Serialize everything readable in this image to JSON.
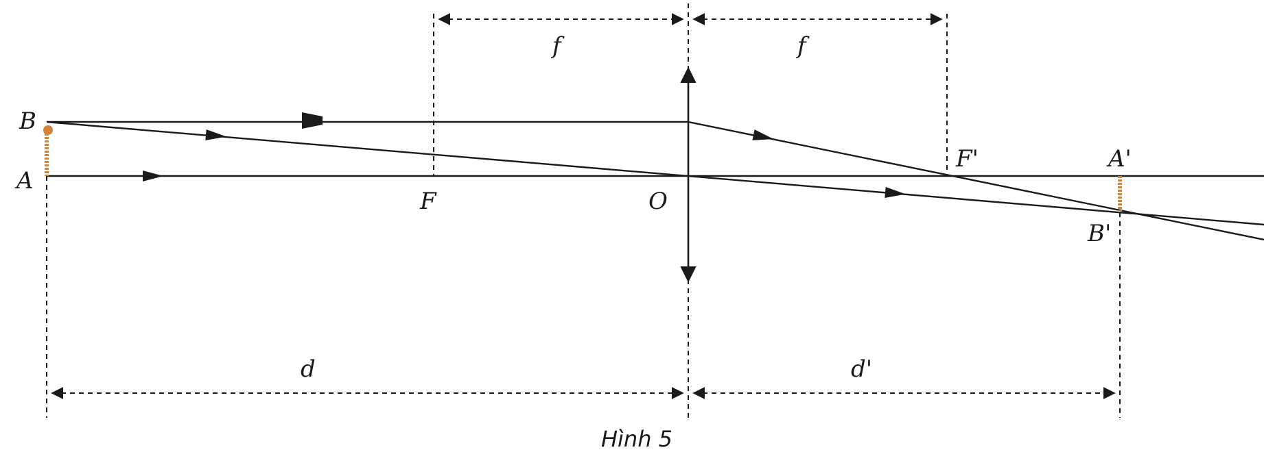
{
  "labels": {
    "B": "B",
    "A": "A",
    "F": "F",
    "O": "O",
    "F_prime": "F'",
    "A_prime": "A'",
    "B_prime": "B'",
    "f_left": "f",
    "f_right": "f",
    "d": "d",
    "d_prime": "d'"
  },
  "caption": "Hình 5",
  "colors": {
    "line": "#1a1a1a",
    "object": "#d4813a"
  }
}
